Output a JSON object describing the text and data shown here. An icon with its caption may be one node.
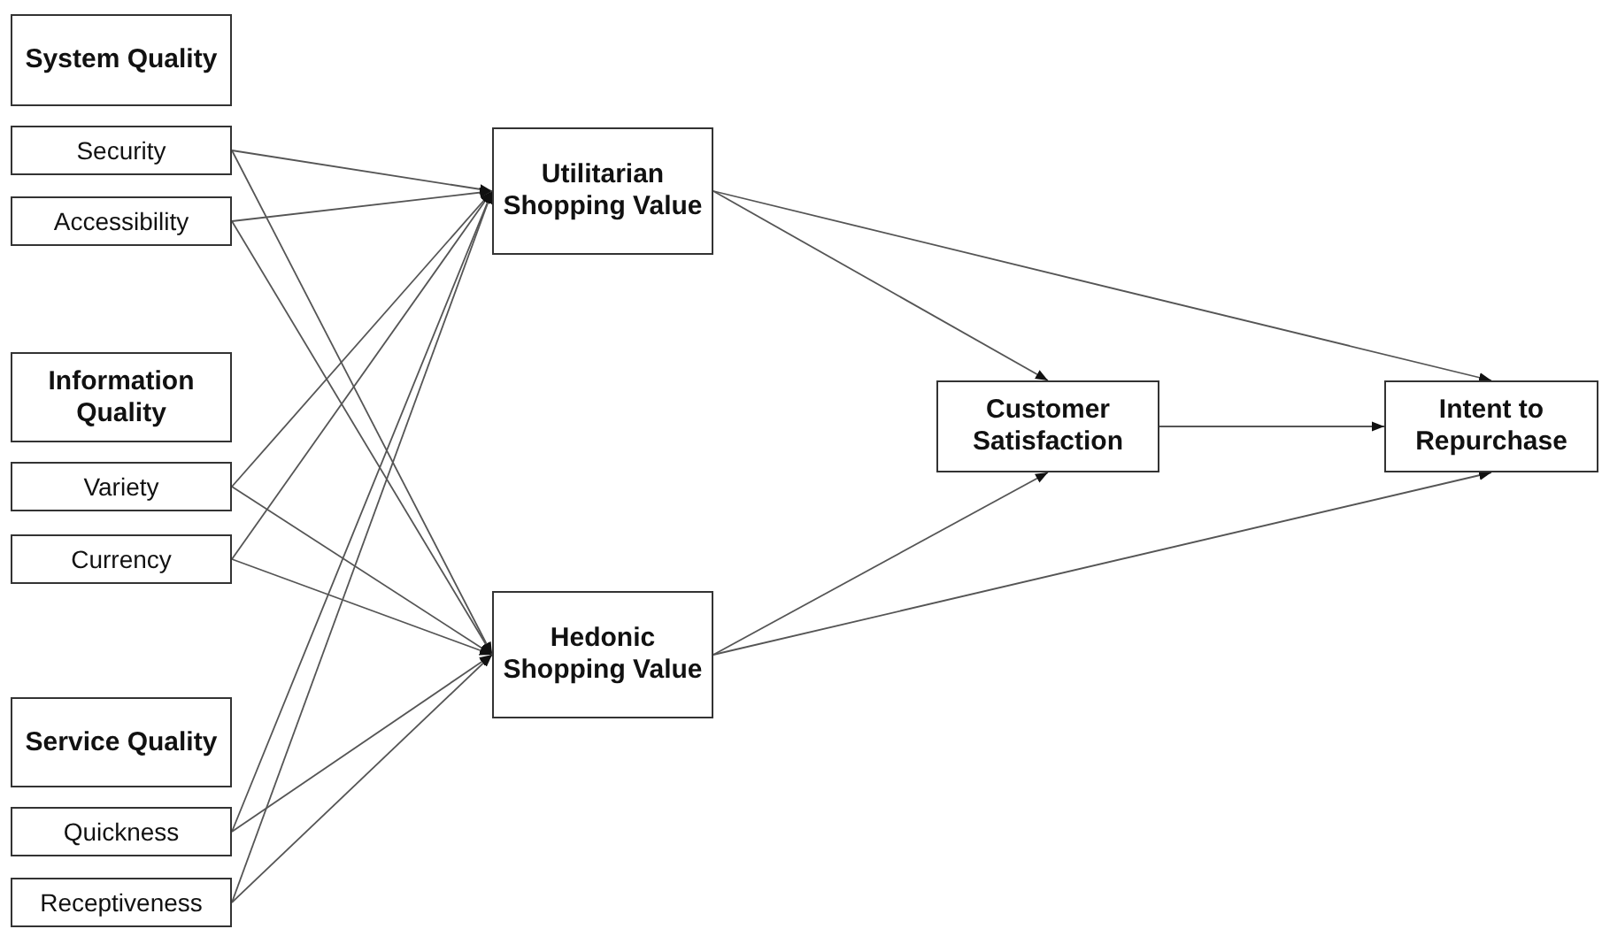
{
  "diagram": {
    "nodes": [
      {
        "text": [
          "System Quality"
        ]
      },
      {
        "text": [
          "Security"
        ]
      },
      {
        "text": [
          "Accessibility"
        ]
      },
      {
        "text": [
          "Information Quality"
        ]
      },
      {
        "text": [
          "Variety"
        ]
      },
      {
        "text": [
          "Currency"
        ]
      },
      {
        "text": [
          "Service Quality"
        ]
      },
      {
        "text": [
          "Quickness"
        ]
      },
      {
        "text": [
          "Receptiveness"
        ]
      },
      {
        "text": [
          "Utilitarian Shopping Value"
        ]
      },
      {
        "text": [
          "Hedonic Shopping Value"
        ]
      },
      {
        "text": [
          "Customer Satisfaction"
        ]
      },
      {
        "text": [
          "Intent to Repurchase"
        ]
      }
    ],
    "edges": [
      {
        "from": 1,
        "to": 9,
        "arrow": "to"
      },
      {
        "from": 1,
        "to": 10,
        "arrow": "to"
      },
      {
        "from": 2,
        "to": 9,
        "arrow": "to"
      },
      {
        "from": 2,
        "to": 10,
        "arrow": "to"
      },
      {
        "from": 4,
        "to": 9,
        "arrow": "to"
      },
      {
        "from": 4,
        "to": 10,
        "arrow": "to"
      },
      {
        "from": 5,
        "to": 9,
        "arrow": "to"
      },
      {
        "from": 5,
        "to": 10,
        "arrow": "to"
      },
      {
        "from": 7,
        "to": 9,
        "arrow": "to"
      },
      {
        "from": 7,
        "to": 10,
        "arrow": "to"
      },
      {
        "from": 8,
        "to": 9,
        "arrow": "to"
      },
      {
        "from": 8,
        "to": 10,
        "arrow": "to"
      },
      {
        "from": 9,
        "to": 11,
        "arrow": "to"
      },
      {
        "from": 9,
        "to": 12,
        "arrow": "to"
      },
      {
        "from": 10,
        "to": 11,
        "arrow": "to"
      },
      {
        "from": 10,
        "to": 12,
        "arrow": "to"
      },
      {
        "from": 11,
        "to": 12,
        "arrow": "to"
      }
    ]
  }
}
